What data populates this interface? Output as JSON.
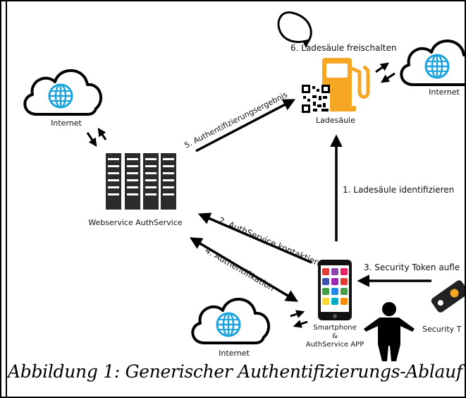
{
  "diagram": {
    "steps": {
      "step1": "1. Ladesäule identifizieren",
      "step2": "2. AuthService kontaktieren",
      "step3": "3. Security Token aufle",
      "step4": "4. Authentifikation",
      "step5": "5. Authentifizierungsergebnis",
      "step6": "6. Ladesäule freischalten"
    },
    "nodes": {
      "cloud_left": "Internet",
      "cloud_right": "Internet",
      "cloud_bottom": "Internet",
      "server": "Webservice AuthService",
      "station": "Ladesäule",
      "phone_line1": "Smartphone",
      "phone_line2": "&",
      "phone_line3": "AuthService APP",
      "token": "Security T"
    },
    "colors": {
      "cloud_blue": "#1aa3df",
      "station_orange": "#f5a623",
      "server_dark": "#2b2b2b"
    }
  },
  "caption": "Abbildung 1: Generischer Authentifizierungs-Ablauf"
}
